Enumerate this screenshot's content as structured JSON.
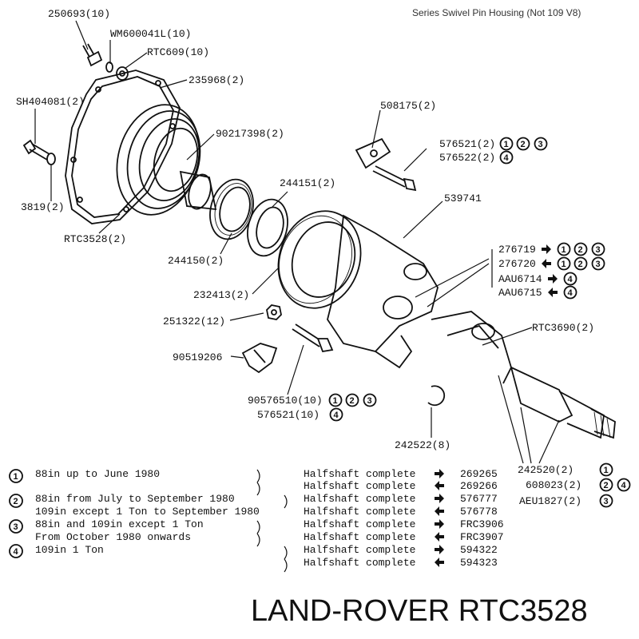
{
  "header": {
    "title": "Series Swivel Pin Housing (Not 109 V8)"
  },
  "labels": {
    "p250693": "250693(10)",
    "pWM600041L": "WM600041L(10)",
    "pRTC609": "RTC609(10)",
    "p235968": "235968(2)",
    "pSH404081": "SH404081(2)",
    "p508175": "508175(2)",
    "p90217398": "90217398(2)",
    "p576521a": "576521(2)",
    "p576522": "576522(2)",
    "p3819": "3819(2)",
    "p244151": "244151(2)",
    "p539741": "539741",
    "pRTC3528": "RTC3528(2)",
    "p276719": "276719",
    "p276720": "276720",
    "p244150": "244150(2)",
    "pAAU6714": "AAU6714",
    "pAAU6715": "AAU6715",
    "p232413": "232413(2)",
    "pRTC3690": "RTC3690(2)",
    "p251322": "251322(12)",
    "p90519206": "90519206",
    "p90576510": "90576510(10)",
    "p576521b": "576521(10)",
    "p242522": "242522(8)",
    "p242520": "242520(2)",
    "p608023": "608023(2)",
    "pAEU1827": "AEU1827(2)"
  },
  "circle_numbers": {
    "one": "1",
    "two": "2",
    "three": "3",
    "four": "4"
  },
  "legend": {
    "rows": [
      {
        "text": "88in up to June 1980",
        "item": "Halfshaft complete",
        "part": "269265"
      },
      {
        "text": "",
        "item": "Halfshaft complete",
        "part": "269266"
      },
      {
        "text": "88in from July to September 1980",
        "item": "Halfshaft complete",
        "part": "576777"
      },
      {
        "text": "109in except 1 Ton to September 1980",
        "item": "Halfshaft complete",
        "part": "576778"
      },
      {
        "text": "88in and 109in except 1 Ton",
        "item": "Halfshaft complete",
        "part": "FRC3906"
      },
      {
        "text": "From October 1980 onwards",
        "item": "Halfshaft complete",
        "part": "FRC3907"
      },
      {
        "text": "109in 1 Ton",
        "item": "Halfshaft complete",
        "part": "594322"
      },
      {
        "text": "",
        "item": "Halfshaft complete",
        "part": "594323"
      }
    ]
  },
  "footer": {
    "brand": "LAND-ROVER RTC3528"
  }
}
